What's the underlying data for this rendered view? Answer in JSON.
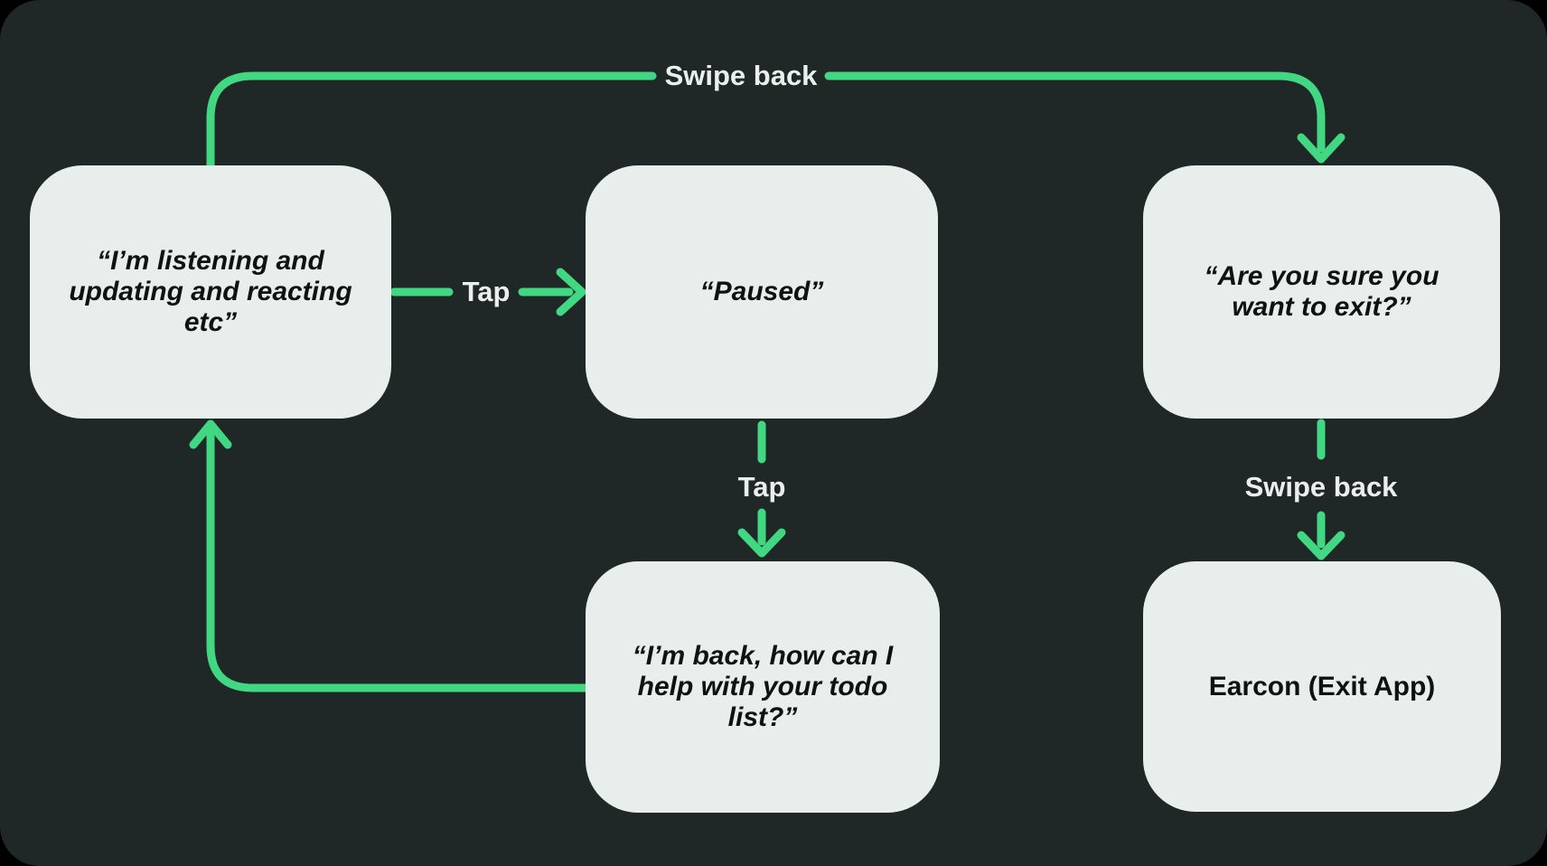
{
  "colors": {
    "background": "#000000",
    "panel": "#1f2826",
    "accent": "#41d783",
    "node_fill": "#e8eeeb",
    "node_text": "#0d1311",
    "label_text": "#e9efec"
  },
  "nodes": {
    "listening": {
      "text": "“I’m listening and updating and reacting etc”"
    },
    "paused": {
      "text": "“Paused”"
    },
    "confirm_exit": {
      "text": "“Are you sure you want to exit?”"
    },
    "back_help": {
      "text": "“I’m back, how can I help with your todo list?”"
    },
    "earcon": {
      "text": "Earcon (Exit App)"
    }
  },
  "labels": {
    "swipe_back_top": "Swipe back",
    "tap_pause": "Tap",
    "tap_resume": "Tap",
    "swipe_back_exit": "Swipe back"
  }
}
